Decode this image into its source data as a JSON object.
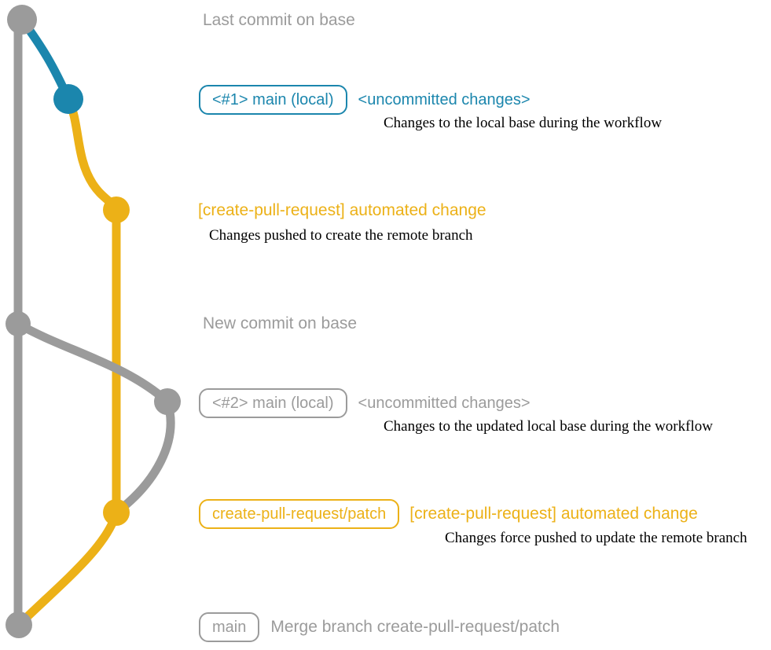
{
  "colors": {
    "gray": "#9b9b9b",
    "blue": "#1b86ad",
    "yellow": "#ecb117",
    "ink": "#000000"
  },
  "graph": {
    "nodes": [
      {
        "name": "base-last-commit",
        "color": "gray"
      },
      {
        "name": "local-main-commit-1",
        "color": "blue"
      },
      {
        "name": "patch-commit-1",
        "color": "yellow"
      },
      {
        "name": "base-new-commit",
        "color": "gray"
      },
      {
        "name": "local-main-commit-2",
        "color": "gray"
      },
      {
        "name": "patch-commit-2",
        "color": "yellow"
      },
      {
        "name": "merge-commit",
        "color": "gray"
      }
    ]
  },
  "annotations": {
    "last_commit": "Last commit on base",
    "branch1": {
      "tag": "<#1> main (local)",
      "status": "<uncommitted changes>",
      "desc": "Changes to the local base during the workflow"
    },
    "commit1": {
      "title": "[create-pull-request] automated change",
      "desc": "Changes pushed to create the remote branch"
    },
    "new_commit": "New commit on base",
    "branch2": {
      "tag": "<#2> main (local)",
      "status": "<uncommitted changes>",
      "desc": "Changes to the updated local base during the workflow"
    },
    "patch": {
      "tag": "create-pull-request/patch",
      "title": "[create-pull-request] automated change",
      "desc": "Changes force pushed to update the remote branch"
    },
    "merge": {
      "tag": "main",
      "desc": "Merge branch create-pull-request/patch"
    }
  }
}
